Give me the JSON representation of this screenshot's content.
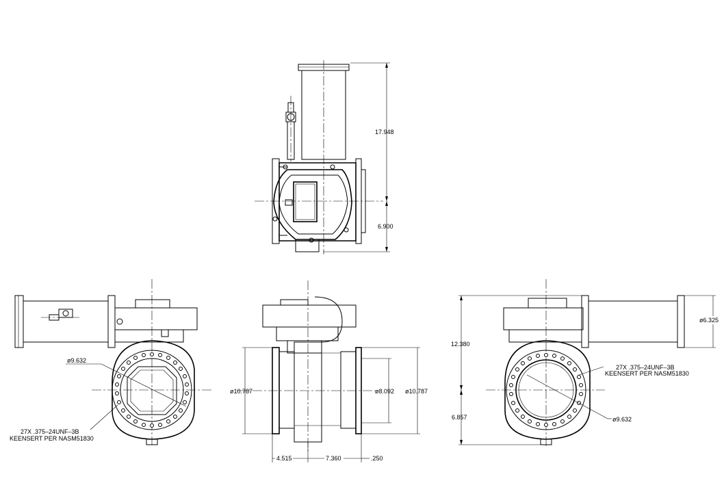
{
  "top_view": {
    "height_dim": "17.948",
    "center_dim": "6.900"
  },
  "left_view": {
    "bolt_circle_dim": "ø9.632",
    "note_line1": "27X .375–24UNF–3B",
    "note_line2": "KEENSERT PER NASM51830"
  },
  "middle_view": {
    "outer_dia_left": "ø10.787",
    "inner_dia": "ø8.092",
    "outer_dia_right": "ø10.787",
    "dim_a": "4.515",
    "dim_b": "7.360",
    "dim_c": ".250"
  },
  "right_view": {
    "height_upper_dim": "12.380",
    "height_lower_dim": "6.857",
    "actuator_dia": "ø6.325",
    "note_line1": "27X .375–24UNF–3B",
    "note_line2": "KEENSERT PER NASM51830",
    "bolt_circle_dim": "ø9.632"
  }
}
